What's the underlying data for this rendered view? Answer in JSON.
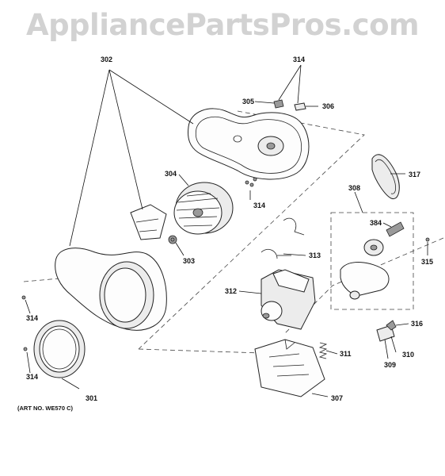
{
  "watermark": "AppliancePartsPros.com",
  "art_number": "(ART NO. WE570 C)",
  "callouts": {
    "c302": "302",
    "c314a": "314",
    "c305": "305",
    "c306": "306",
    "c317": "317",
    "c304": "304",
    "c314b": "314",
    "c308": "308",
    "c384": "384",
    "c313": "313",
    "c315": "315",
    "c303": "303",
    "c312": "312",
    "c314c": "314",
    "c316": "316",
    "c311": "311",
    "c310": "310",
    "c309": "309",
    "c314d": "314",
    "c301": "301",
    "c307": "307"
  }
}
